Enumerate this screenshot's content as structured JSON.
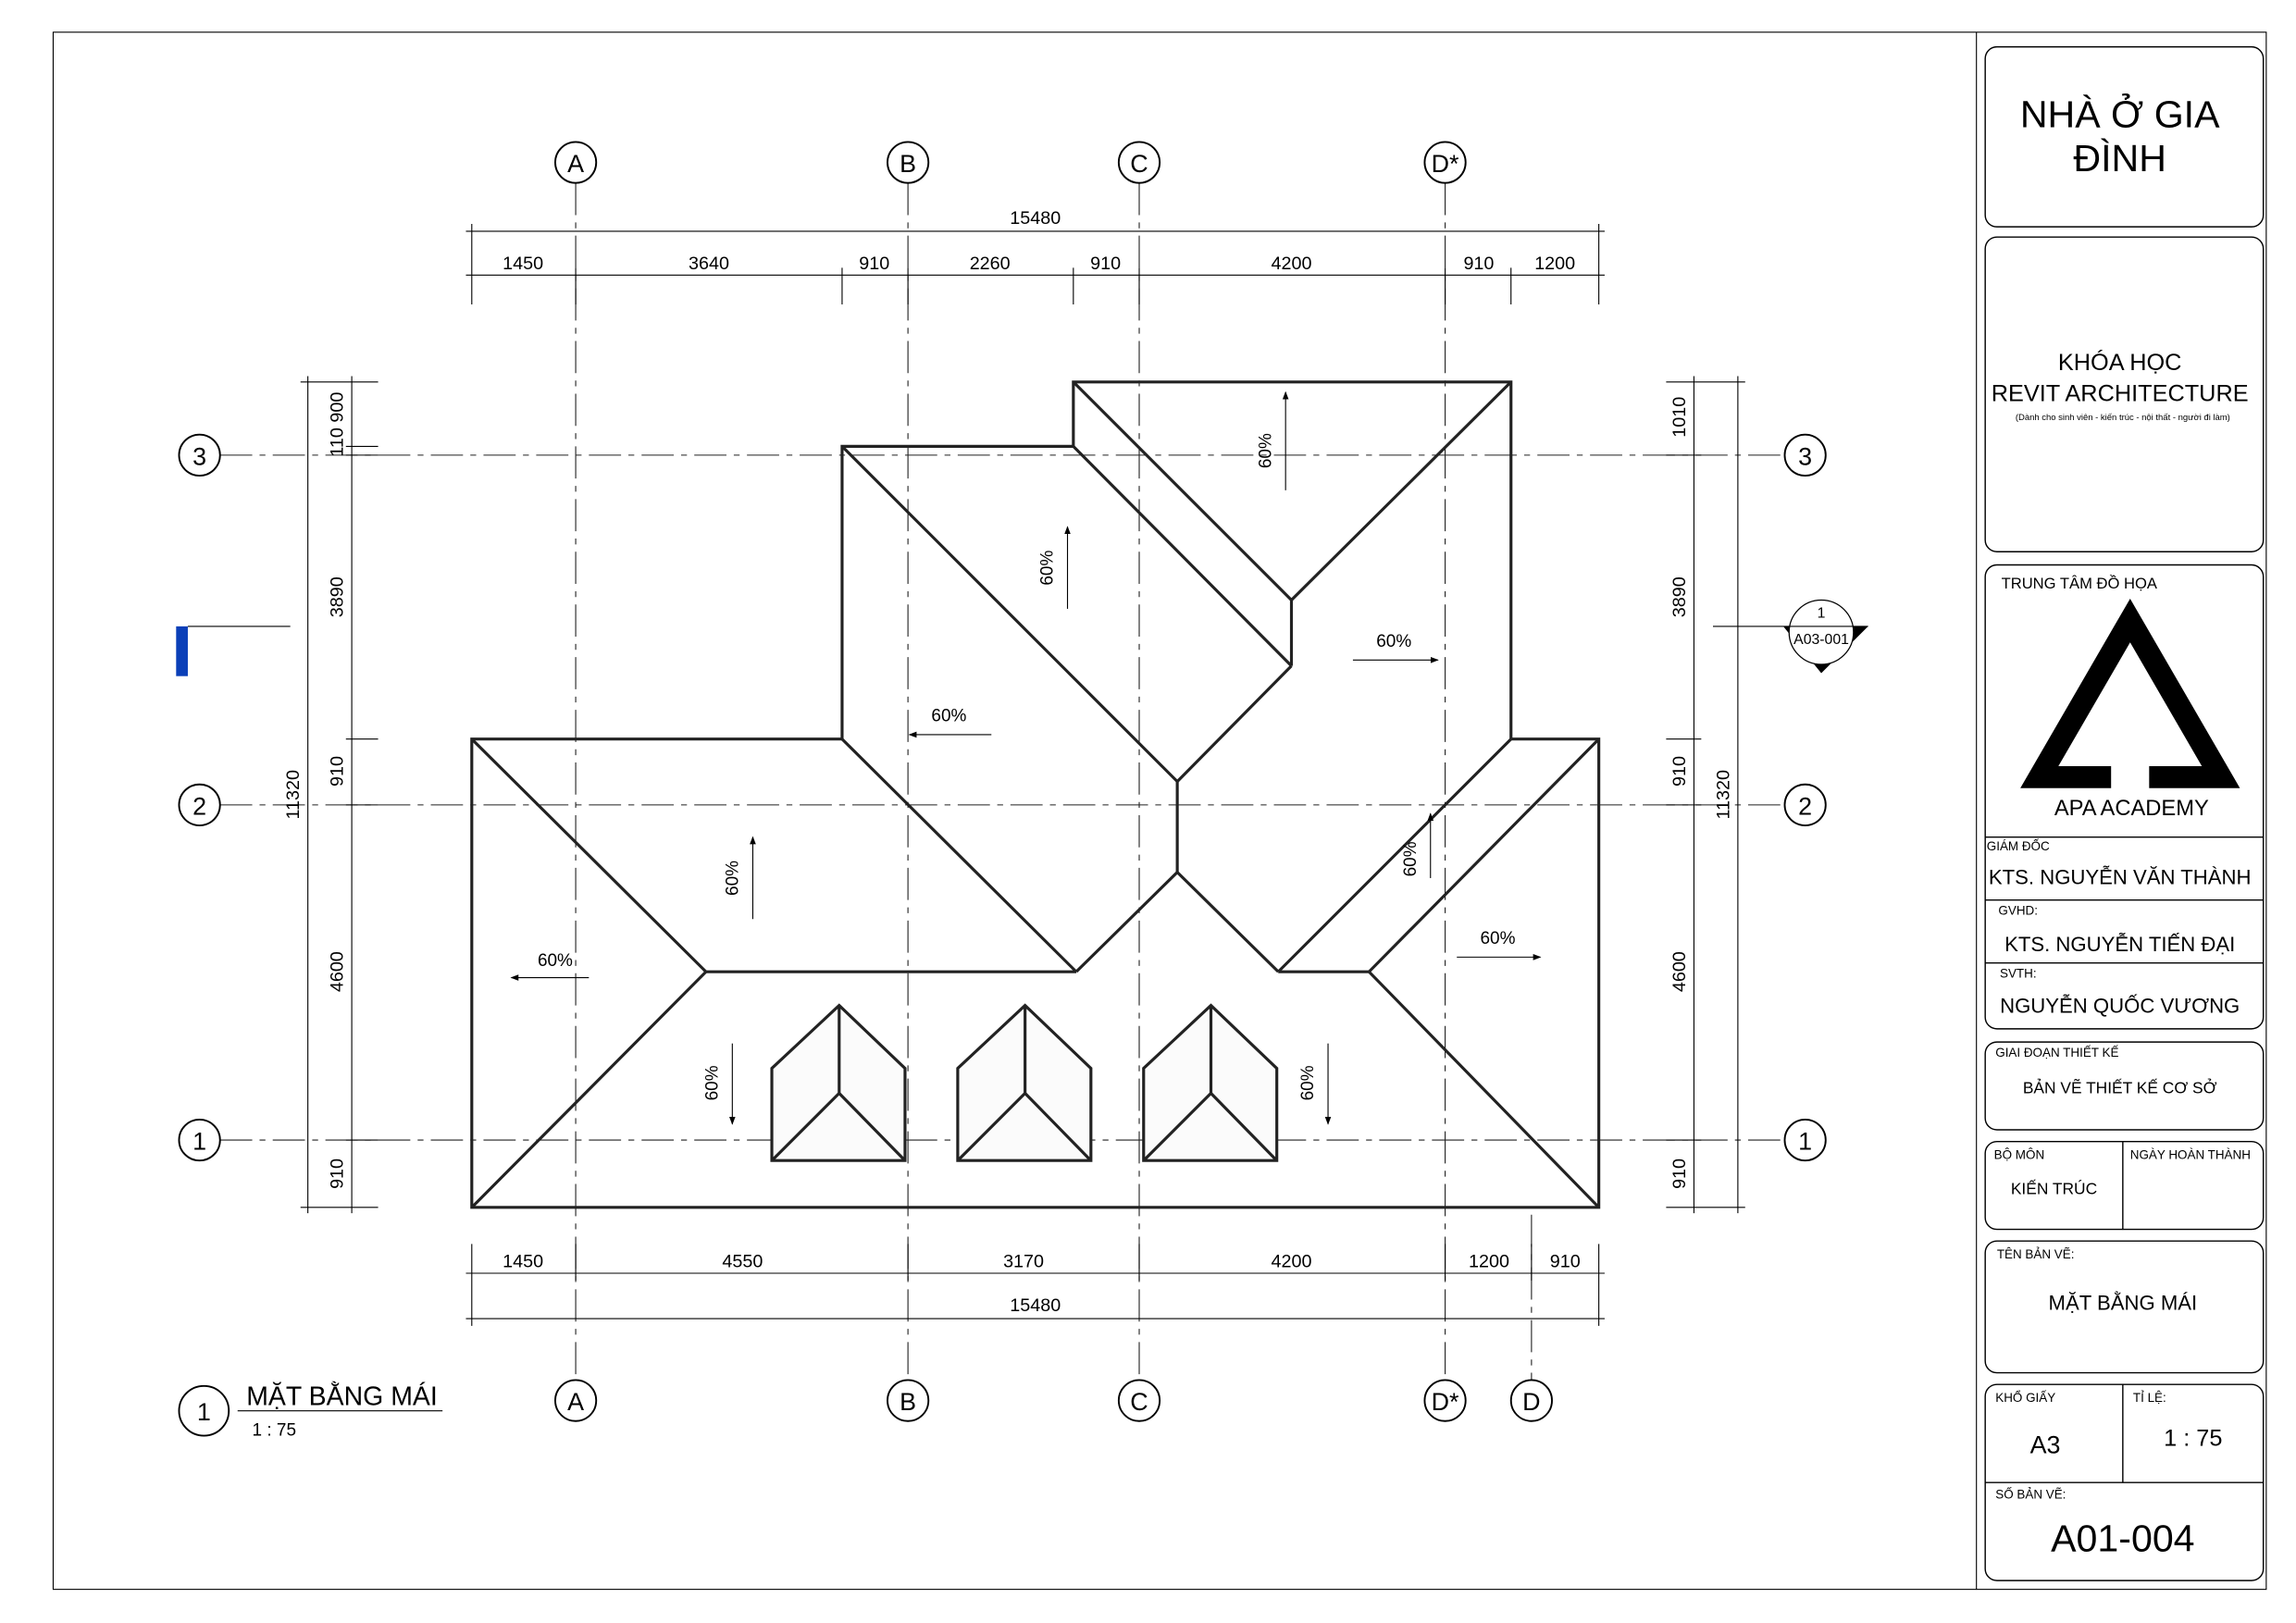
{
  "drawing": {
    "grid_columns": [
      "A",
      "B",
      "C",
      "D*",
      "D"
    ],
    "grid_rows": [
      "1",
      "2",
      "3"
    ],
    "dims_top": {
      "overall": "15480",
      "segments": [
        "1450",
        "3640",
        "910",
        "2260",
        "910",
        "4200",
        "910",
        "1200"
      ]
    },
    "dims_bottom": {
      "overall": "15480",
      "segments": [
        "1450",
        "4550",
        "3170",
        "4200",
        "1200",
        "910"
      ]
    },
    "dims_left": {
      "overall": "11320",
      "segments": [
        "110 900",
        "3890",
        "910",
        "4600",
        "910"
      ]
    },
    "dims_right": {
      "overall": "11320",
      "segments": [
        "1010",
        "3890",
        "910",
        "4600",
        "910"
      ]
    },
    "slope_label": "60%",
    "section_marker": {
      "number": "1",
      "sheet": "A03-001"
    },
    "view_title": {
      "number": "1",
      "name": "MẶT BẰNG MÁI",
      "scale": "1 : 75"
    }
  },
  "title_block": {
    "project": [
      "NHÀ Ở GIA",
      "ĐÌNH"
    ],
    "course": [
      "KHÓA HỌC",
      "REVIT ARCHITECTURE"
    ],
    "course_note": "(Dành cho sinh viên - kiến trúc - nội thất - người đi làm)",
    "center_label": "TRUNG TÂM ĐỒ HỌA",
    "logo_text": "APA ACADEMY",
    "director_label": "GIÁM ĐỐC",
    "director": "KTS. NGUYỄN VĂN THÀNH",
    "advisor_label": "GVHD:",
    "advisor": "KTS. NGUYỄN TIẾN ĐẠI",
    "student_label": "SVTH:",
    "student": "NGUYỄN QUỐC VƯƠNG",
    "phase_label": "GIAI ĐOẠN THIẾT KẾ",
    "phase": "BẢN VẼ THIẾT KẾ CƠ SỞ",
    "department_label": "BỘ MÔN",
    "department": "KIẾN TRÚC",
    "completion_label": "NGÀY HOÀN THÀNH",
    "sheet_name_label": "TÊN BẢN VẼ:",
    "sheet_name": "MẶT BẰNG MÁI",
    "paper_label": "KHỔ GIẤY",
    "paper": "A3",
    "scale_label": "TỈ LỆ:",
    "scale": "1 : 75",
    "sheet_number_label": "SỐ BẢN VẼ:",
    "sheet_number": "A01-004"
  },
  "colors": {
    "marker_blue": "#0a3fb8"
  }
}
